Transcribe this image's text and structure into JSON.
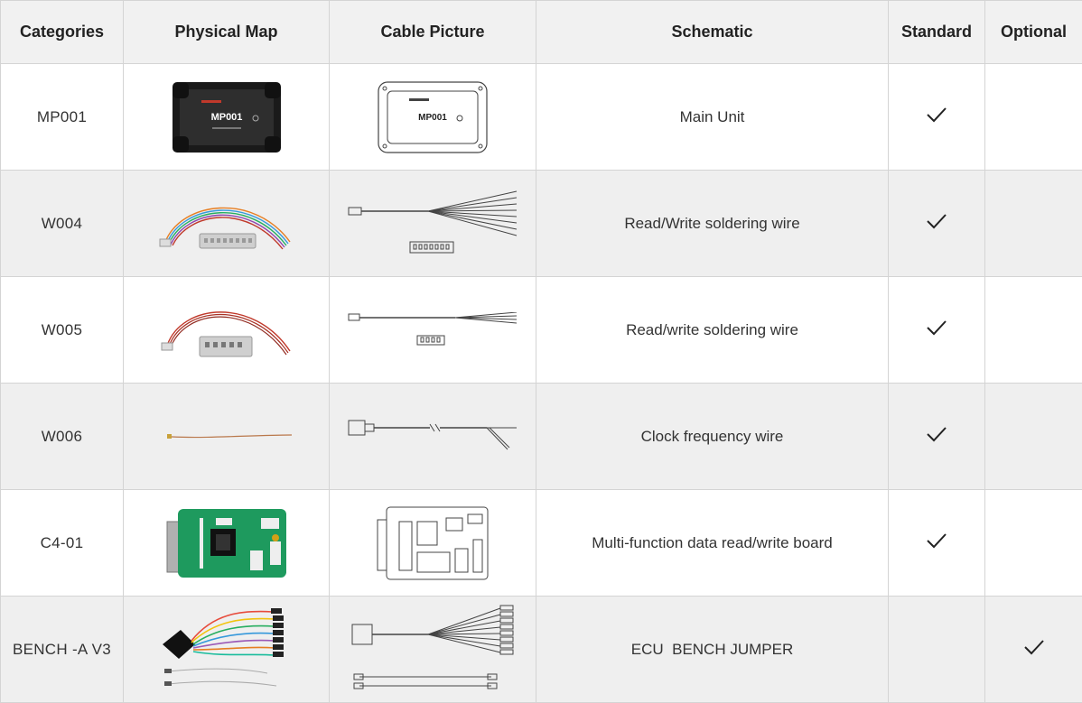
{
  "headers": {
    "categories": "Categories",
    "physical_map": "Physical Map",
    "cable_picture": "Cable Picture",
    "schematic": "Schematic",
    "standard": "Standard",
    "optional": "Optional"
  },
  "rows": [
    {
      "category": "MP001",
      "schematic": "Main Unit",
      "standard": true,
      "optional": false,
      "device_label": "MP001"
    },
    {
      "category": "W004",
      "schematic": "Read/Write soldering wire",
      "standard": true,
      "optional": false
    },
    {
      "category": "W005",
      "schematic": "Read/write soldering wire",
      "standard": true,
      "optional": false
    },
    {
      "category": "W006",
      "schematic": "Clock frequency wire",
      "standard": true,
      "optional": false
    },
    {
      "category": "C4-01",
      "schematic": "Multi-function data read/write board",
      "standard": true,
      "optional": false
    },
    {
      "category": "BENCH -A V3",
      "schematic": "ECU  BENCH JUMPER",
      "standard": false,
      "optional": true
    }
  ],
  "icons": {
    "check": "checkmark-icon"
  },
  "colors": {
    "header_bg": "#f1f1f1",
    "row_alt_bg": "#efefef",
    "border": "#d4d4d4",
    "device_body": "#2b2b2b",
    "board_green": "#1e9a5e"
  }
}
